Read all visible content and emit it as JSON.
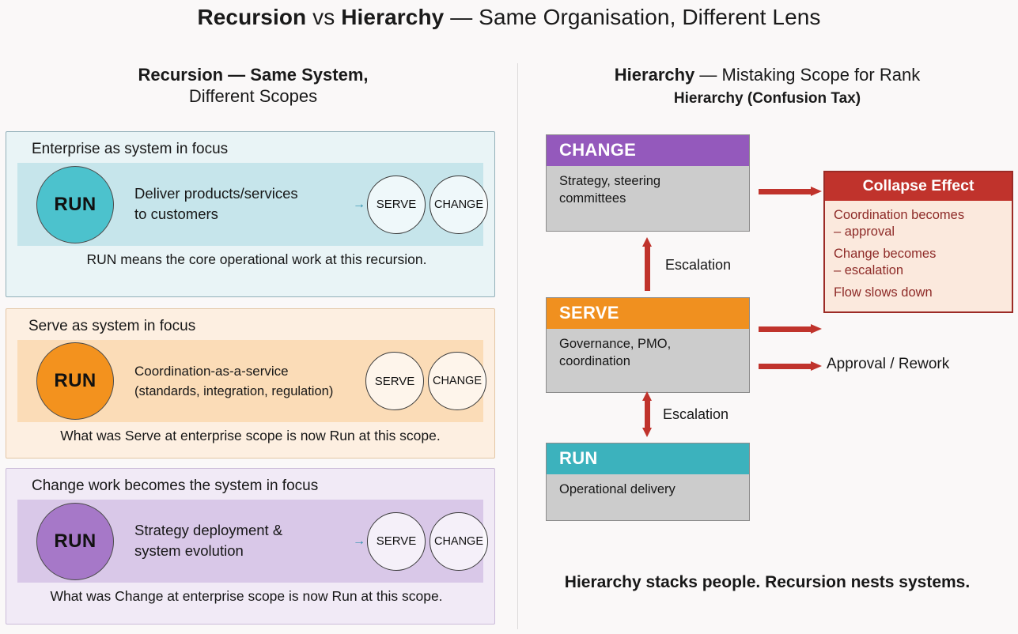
{
  "title": {
    "part1_bold": "Recursion",
    "part2": " vs ",
    "part3_bold": "Hierarchy",
    "part4": " — Same Organisation, Different Lens"
  },
  "left_column": {
    "heading_line1": "Recursion — Same System,",
    "heading_line2": "Different Scopes",
    "cards": [
      {
        "title": "Enterprise as system in focus",
        "circle_label": "RUN",
        "circle_color": "#4cc2cd",
        "band_line1": "Deliver products/services",
        "band_line2": "to customers",
        "arrow": "→",
        "serve_label": "SERVE",
        "change_label": "CHANGE",
        "footnote": "RUN means the core operational work at this recursion."
      },
      {
        "title": "Serve as system in focus",
        "circle_label": "RUN",
        "circle_color": "#f3921e",
        "band_line1": "Coordination-as-a-service",
        "band_line2": "(standards, integration, regulation)",
        "arrow": "",
        "serve_label": "SERVE",
        "change_label": "CHANGE",
        "footnote": "What was Serve at enterprise scope is now Run at this scope."
      },
      {
        "title": "Change work becomes the system in focus",
        "circle_label": "RUN",
        "circle_color": "#a678c8",
        "band_line1": "Strategy deployment &",
        "band_line2": "system evolution",
        "arrow": "→",
        "serve_label": "SERVE",
        "change_label": "CHANGE",
        "footnote": "What was Change at enterprise scope is now Run at this scope."
      }
    ]
  },
  "right_column": {
    "heading_bold": "Hierarchy",
    "heading_rest": " — Mistaking Scope for Rank",
    "subheading": "Hierarchy (Confusion Tax)",
    "blocks": [
      {
        "header": "CHANGE",
        "header_color": "#9459bc",
        "body_line1": "Strategy, steering",
        "body_line2": "committees"
      },
      {
        "header": "SERVE",
        "header_color": "#f0901f",
        "body_line1": "Governance, PMO,",
        "body_line2": "coordination"
      },
      {
        "header": "RUN",
        "header_color": "#3cb2bd",
        "body_line1": "Operational delivery",
        "body_line2": ""
      }
    ],
    "escalation_label_upper": "Escalation",
    "escalation_label_lower": "Escalation",
    "approval_label": "Approval / Rework",
    "collapse_box": {
      "header": "Collapse Effect",
      "items": [
        "Coordination becomes\n– approval",
        "Change becomes\n– escalation",
        "Flow slows down"
      ],
      "item1_line1": "Coordination becomes",
      "item1_line2": "– approval",
      "item2_line1": "Change becomes",
      "item2_line2": "– escalation",
      "item3_line1": "Flow slows down",
      "accent_color": "#c0332c",
      "background_color": "#fbe9dd"
    }
  },
  "footer": {
    "note": "Hierarchy stacks people. Recursion nests systems."
  }
}
